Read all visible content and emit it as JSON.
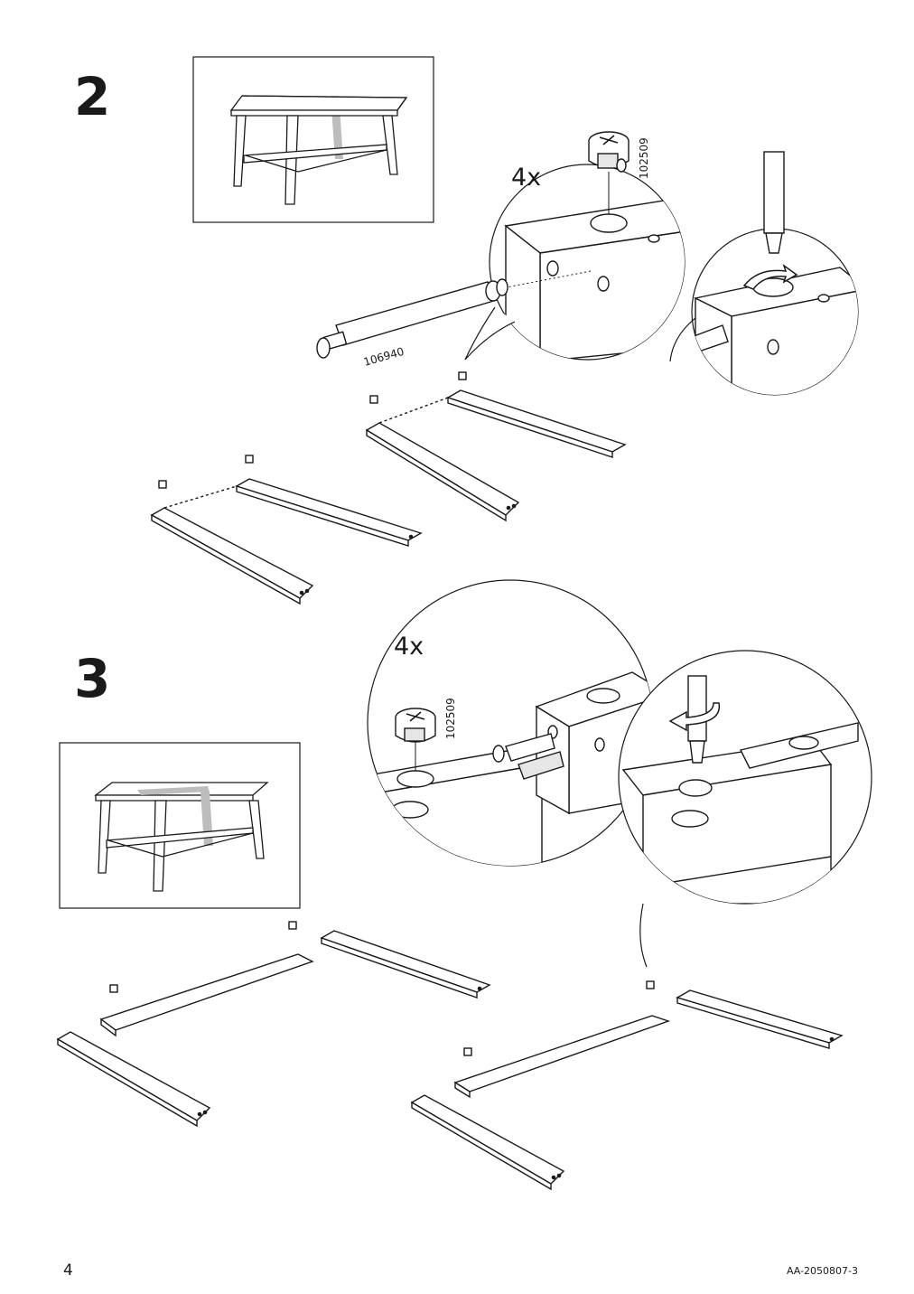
{
  "page": {
    "number": "4",
    "doc_code": "AA-2050807-3"
  },
  "step2": {
    "number": "2",
    "quantity": "4x",
    "part_cam": "102509",
    "part_dowel": "106940"
  },
  "step3": {
    "number": "3",
    "quantity": "4x",
    "part_cam": "102509"
  },
  "icons": [
    "table-overview",
    "cam-lock-fitting",
    "dowel-bolt",
    "screwdriver",
    "rotate-arrow",
    "table-leg",
    "rail"
  ]
}
